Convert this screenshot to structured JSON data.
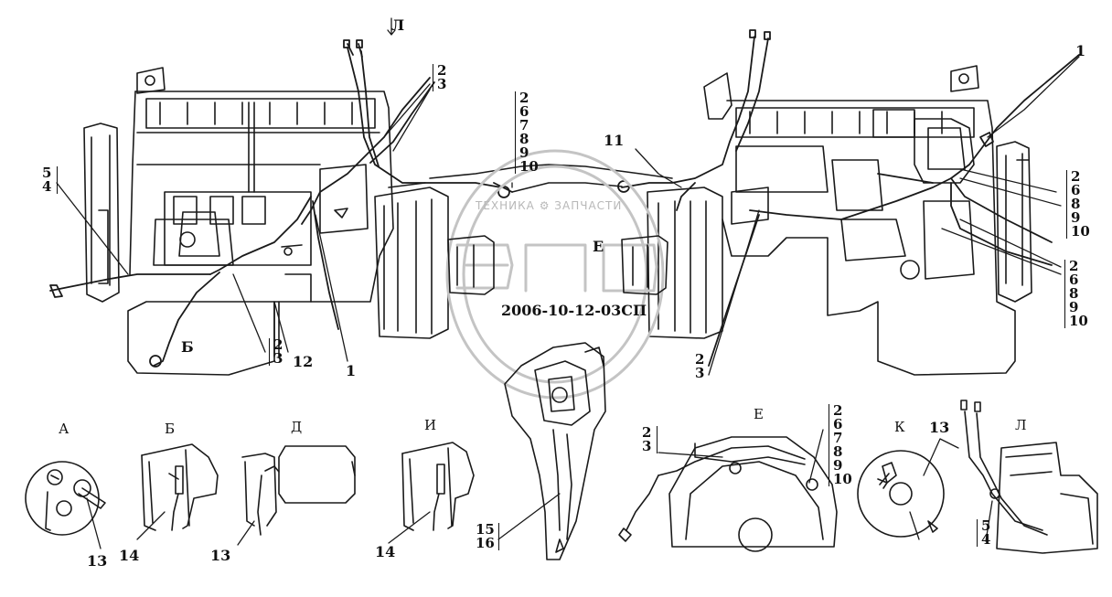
{
  "drawing_code": "2006-10-12-03СП",
  "watermark": {
    "left": "ТЕХНИКА",
    "right": "ЗАПЧАСТИ",
    "logo": "ЭПО"
  },
  "view_letters": {
    "a": "А",
    "b": "Б",
    "d": "Д",
    "e": "Е",
    "i": "И",
    "k": "К",
    "l": "Л"
  },
  "callouts": {
    "top_left_2_3": [
      "2",
      "3"
    ],
    "center_stack": [
      "2",
      "6",
      "7",
      "8",
      "9",
      "10"
    ],
    "n11": "11",
    "n1_right": "1",
    "right_stack_a": [
      "2",
      "6",
      "8",
      "9",
      "10"
    ],
    "right_stack_b": [
      "2",
      "6",
      "8",
      "9",
      "10"
    ],
    "left_5_4": [
      "5",
      "4"
    ],
    "bottom_2_3_left": [
      "2",
      "3"
    ],
    "n12": "12",
    "n1_bottom": "1",
    "bottom_2_3_right": [
      "2",
      "3"
    ],
    "n13_a": "13",
    "n14_b": "14",
    "n13_d": "13",
    "n14_i": "14",
    "n15_16": [
      "15",
      "16"
    ],
    "e_left_2_3": [
      "2",
      "3"
    ],
    "e_right_stack": [
      "2",
      "6",
      "7",
      "8",
      "9",
      "10"
    ],
    "n13_k": "13",
    "l_5_4": [
      "5",
      "4"
    ]
  }
}
